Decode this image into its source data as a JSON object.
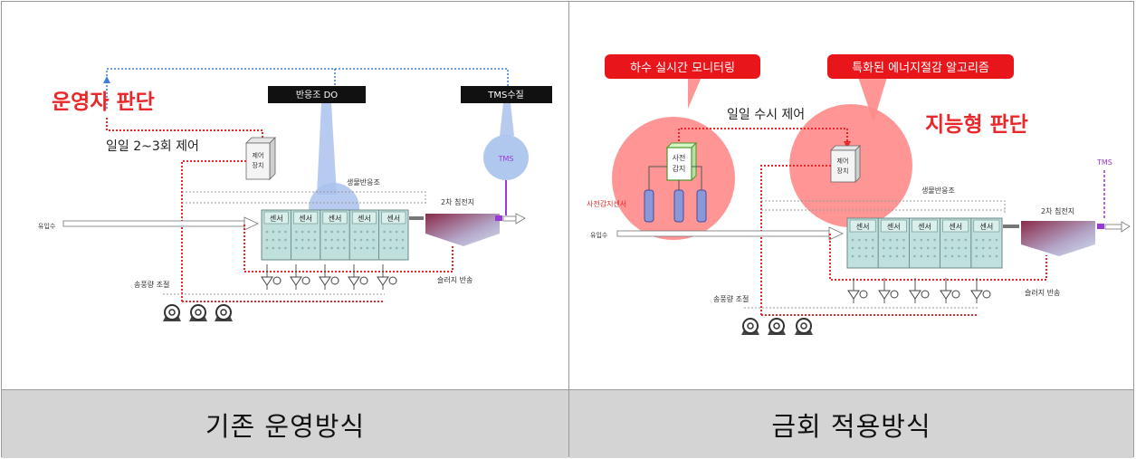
{
  "left_panel": {
    "operator_judgment": "운영자 판단",
    "control_frequency": "일일 2~3회 제어",
    "do_label": "반응조 DO",
    "tms_label": "TMS수질",
    "tms_sensor": "TMS",
    "control_device": [
      "제어",
      "장치"
    ],
    "bioreactor": "생물반응조",
    "clarifier": "2차 침전지",
    "influent": "유입수",
    "sensor": "센서",
    "air_control": "송풍량 조절",
    "sludge_return": "슬러지 반송"
  },
  "right_panel": {
    "monitoring_callout": "하수 실시간 모니터링",
    "algorithm_callout": "특화된 에너지절감 알고리즘",
    "control_frequency": "일일 수시 제어",
    "intelligent_judgment": "지능형 판단",
    "pre_detection": [
      "사전",
      "감지"
    ],
    "pre_sensor_label": "사전감지센서",
    "control_device": [
      "제어",
      "장치"
    ],
    "tms": "TMS",
    "bioreactor": "생물반응조",
    "clarifier": "2차 침전지",
    "influent": "유입수",
    "sensor": "센서",
    "air_control": "송풍량 조절",
    "sludge_return": "슬러지 반송"
  },
  "captions": {
    "left": "기존 운영방식",
    "right": "금회 적용방식"
  },
  "colors": {
    "accent_red": "#e8282a",
    "callout_fill": "#ff8a8a",
    "callout_label_bg": "#e8151b",
    "line_blue": "#3d7fd0",
    "tms_purple": "#9a3ad6",
    "tank_fill": "#bfe0dc",
    "caption_bg": "#d4d4d4"
  }
}
